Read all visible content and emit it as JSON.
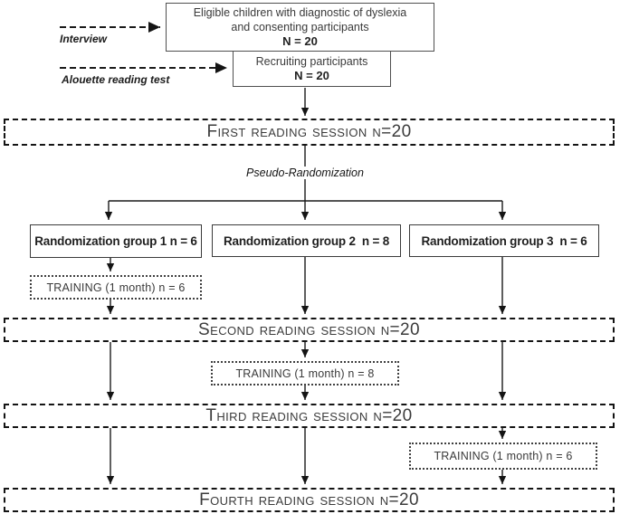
{
  "colors": {
    "ink": "#2f2f2f",
    "border": "#000000",
    "background": "#ffffff"
  },
  "side_labels": {
    "interview": "Interview",
    "alouette": "Alouette reading test"
  },
  "top_boxes": {
    "eligible": {
      "lines": [
        "Eligible children with diagnostic of dyslexia",
        "and consenting participants"
      ],
      "n": "N = 20"
    },
    "recruiting": {
      "line": "Recruiting participants",
      "n": "N = 20"
    }
  },
  "pseudo_randomization_label": "Pseudo-Randomization",
  "groups": [
    {
      "label": "Randomization group 1 n = 6"
    },
    {
      "label": "Randomization group 2  n = 8"
    },
    {
      "label": "Randomization group 3  n = 6"
    }
  ],
  "trainings": [
    {
      "label": "TRAINING (1 month) n = 6"
    },
    {
      "label": "TRAINING (1 month) n = 8"
    },
    {
      "label": "TRAINING (1 month) n = 6"
    }
  ],
  "sessions": [
    {
      "label": "First reading session n=20"
    },
    {
      "label": "Second reading session n=20"
    },
    {
      "label": "Third reading session n=20"
    },
    {
      "label": "Fourth reading session n=20"
    }
  ]
}
